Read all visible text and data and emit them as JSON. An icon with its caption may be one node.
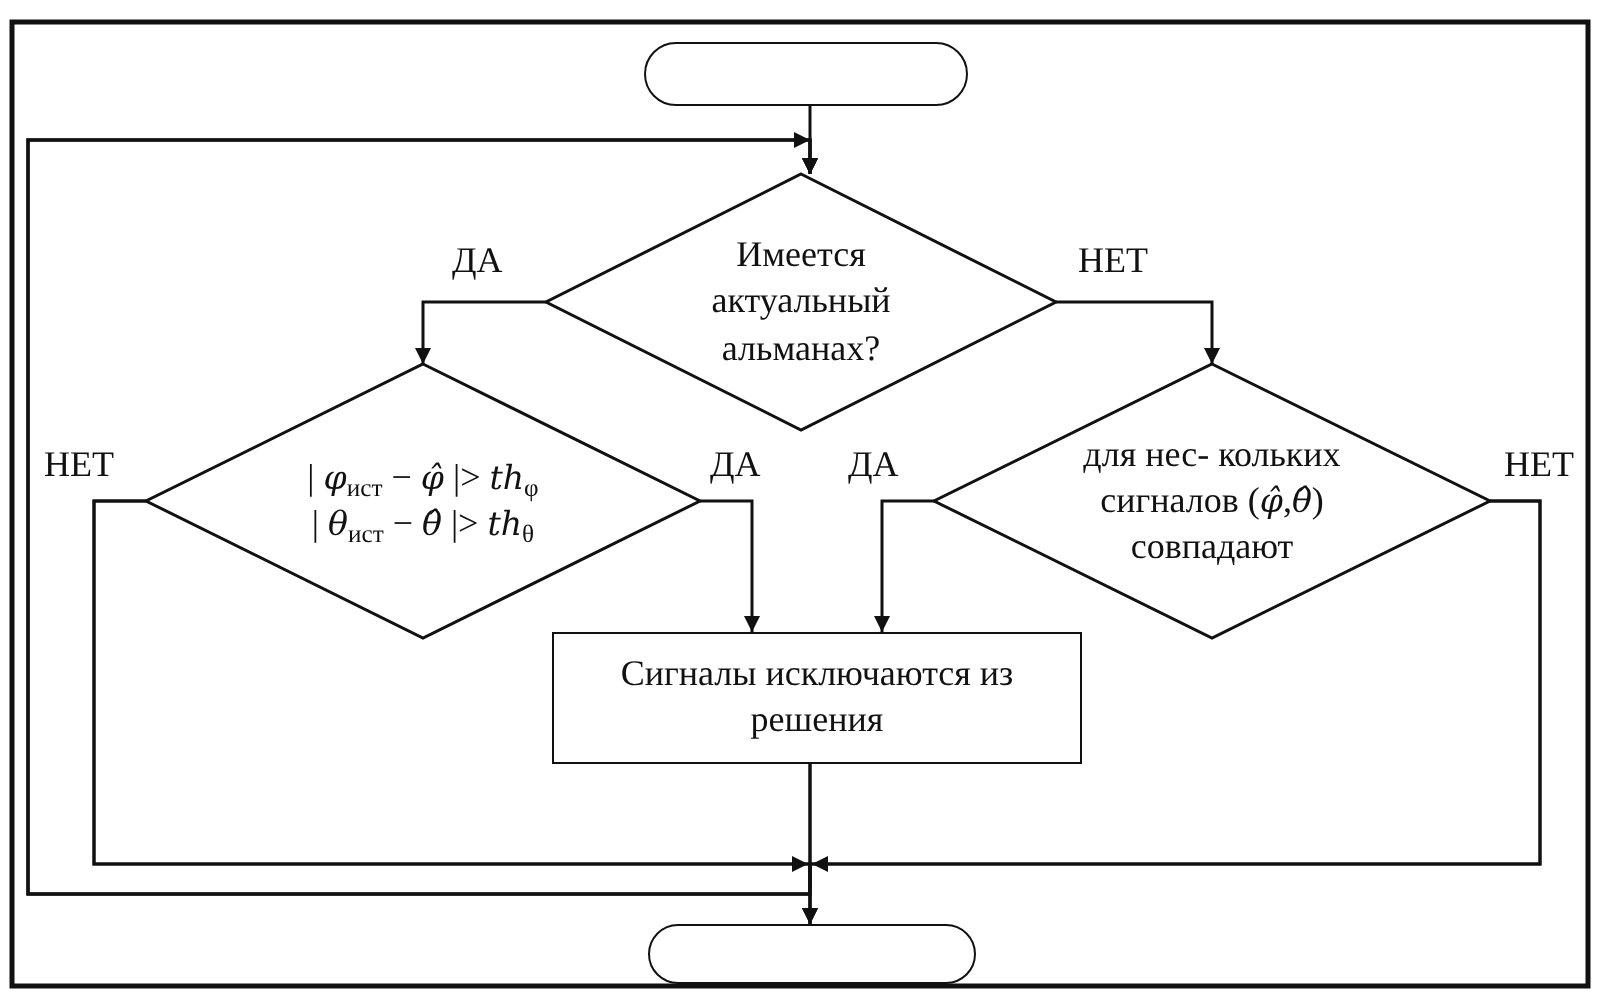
{
  "diagram": {
    "nodes": [
      {
        "text": [],
        "shape": "pill"
      },
      {
        "text": [
          "Имеется актуальный альманах?"
        ]
      },
      {
        "text": [
          "| *φ*$_{ист}$ − *φ̂* |> *th*$_{φ}$",
          "| *θ*$_{ист}$ − *θ̂* |> *th*$_{θ}$"
        ]
      },
      {
        "text": [
          "для нес- кольких сигналов (*φ̂*,*θ̂*) совпадают"
        ]
      },
      {
        "text": [
          "Сигналы исключаются из решения"
        ]
      },
      {
        "text": [],
        "shape": "pill"
      }
    ],
    "edges": [
      {
        "from": 0,
        "to": 1,
        "arrow": "to"
      },
      {
        "from": 1,
        "to": 2,
        "arrow": "to",
        "label": "ДА"
      },
      {
        "from": 1,
        "to": 3,
        "arrow": "to",
        "label": "НЕТ"
      },
      {
        "from": 2,
        "to": 4,
        "arrow": "to",
        "label": "ДА"
      },
      {
        "from": 3,
        "to": 4,
        "arrow": "to",
        "label": "ДА"
      },
      {
        "from": 2,
        "to": 5,
        "arrow": "to",
        "label": "НЕТ"
      },
      {
        "from": 3,
        "to": 5,
        "arrow": "to",
        "label": "НЕТ"
      },
      {
        "from": 4,
        "to": 5,
        "arrow": "to"
      },
      {
        "from": 2,
        "to": 1,
        "arrow": "to"
      },
      {
        "from": 3,
        "to": 1,
        "arrow": "to"
      },
      {
        "from": 4,
        "to": 1,
        "arrow": "to"
      }
    ]
  }
}
